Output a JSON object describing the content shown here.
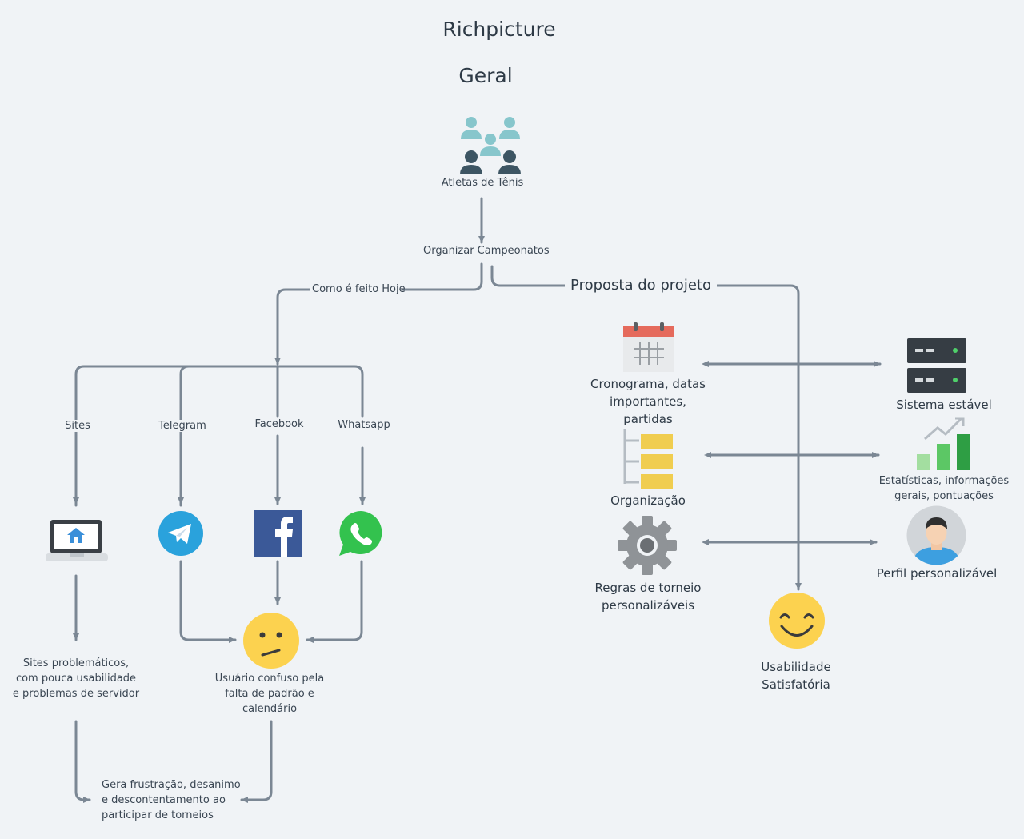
{
  "title": "Richpicture",
  "subtitle": "Geral",
  "nodes": {
    "athletes": "Atletas de Tênis",
    "organize": "Organizar Campeonatos",
    "how_today": "Como é feito Hoje",
    "proposal": "Proposta do projeto",
    "sites": "Sites",
    "telegram": "Telegram",
    "facebook": "Facebook",
    "whatsapp": "Whatsapp",
    "sites_problem": "Sites problemáticos,\ncom pouca usabilidade\ne problemas de servidor",
    "confused_user": "Usuário confuso pela\nfalta de padrão e\ncalendário",
    "frustration": "Gera frustração, desanimo\ne descontentamento ao\nparticipar de torneios",
    "schedule": "Cronograma, datas\nimportantes,\npartidas",
    "organization": "Organização",
    "rules": "Regras de torneio\npersonalizáveis",
    "stable_system": "Sistema estável",
    "statistics": "Estatísticas, informações\ngerais, pontuações",
    "custom_profile": "Perfil personalizável",
    "usability": "Usabilidade\nSatisfatória"
  },
  "icons": {
    "athletes": "people-group-icon",
    "sites": "laptop-home-icon",
    "telegram": "telegram-icon",
    "facebook": "facebook-icon",
    "whatsapp": "whatsapp-icon",
    "confused": "confused-face-icon",
    "calendar": "calendar-icon",
    "organization": "list-blocks-icon",
    "rules": "gear-icon",
    "server": "server-icon",
    "chart": "bar-chart-icon",
    "profile": "user-avatar-icon",
    "happy": "smiley-face-icon"
  },
  "colors": {
    "arrow": "#7b8794",
    "telegram": "#2aa2dc",
    "facebook": "#3b5998",
    "whatsapp": "#33c24e",
    "emoji": "#fcd24f",
    "calendar_top": "#e56a5c",
    "blocks": "#f0cd4f",
    "server": "#363d44",
    "chart_green": "#3ba54c"
  }
}
